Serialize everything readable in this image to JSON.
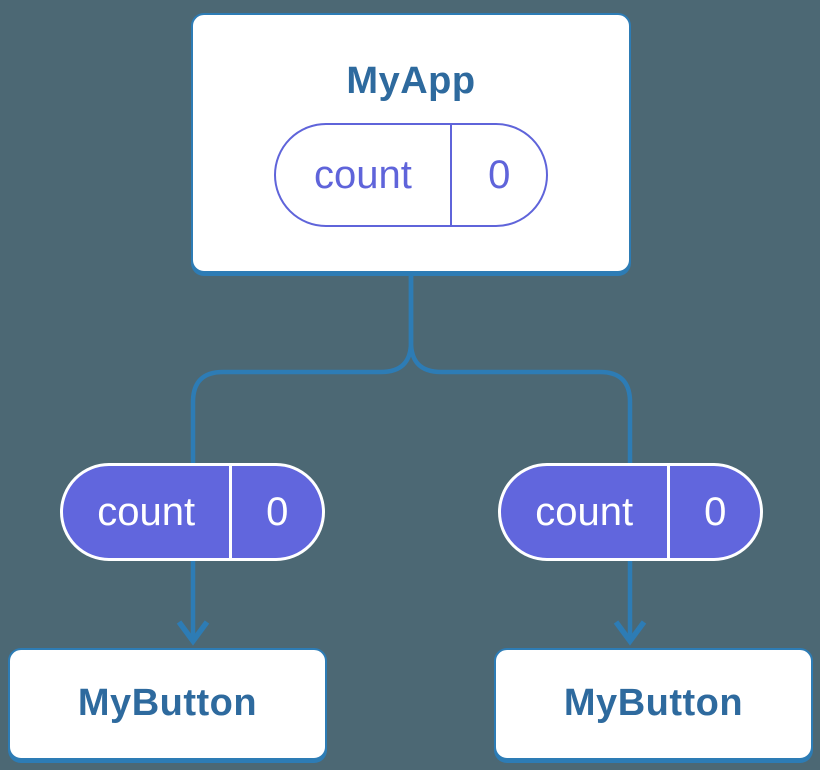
{
  "colors": {
    "background": "#4c6874",
    "line": "#2d7cb5",
    "node-text": "#2e6a9e",
    "purple-fill": "#6166dd",
    "purple-outline": "#5f64da",
    "card-bg": "#ffffff",
    "pill-text-light": "#ffffff"
  },
  "diagram": {
    "root": {
      "title": "MyApp",
      "pill": {
        "label": "count",
        "value": "0"
      }
    },
    "children": [
      {
        "title": "MyButton",
        "pill": {
          "label": "count",
          "value": "0"
        }
      },
      {
        "title": "MyButton",
        "pill": {
          "label": "count",
          "value": "0"
        }
      }
    ]
  }
}
